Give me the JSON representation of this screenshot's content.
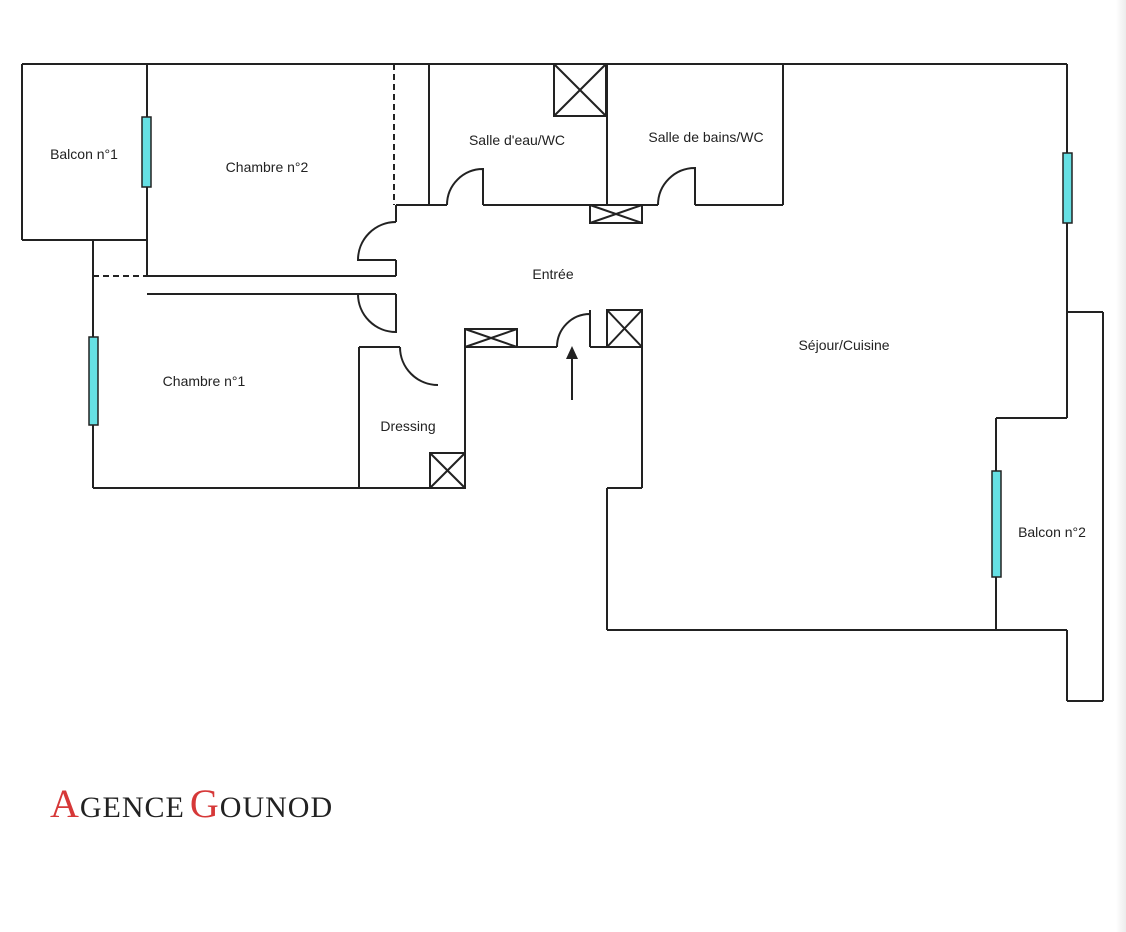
{
  "rooms": {
    "balcon1": "Balcon n°1",
    "chambre2": "Chambre n°2",
    "salle_eau": "Salle d'eau/WC",
    "salle_bains": "Salle de bains/WC",
    "entree": "Entrée",
    "chambre1": "Chambre n°1",
    "dressing": "Dressing",
    "sejour": "Séjour/Cuisine",
    "balcon2": "Balcon n°2"
  },
  "brand": {
    "cap1": "A",
    "rest1": "GENCE",
    "cap2": "G",
    "rest2": "OUNOD"
  },
  "colors": {
    "wall": "#222222",
    "window": "#66e0e4",
    "brand_accent": "#d63838",
    "text": "#222222"
  }
}
